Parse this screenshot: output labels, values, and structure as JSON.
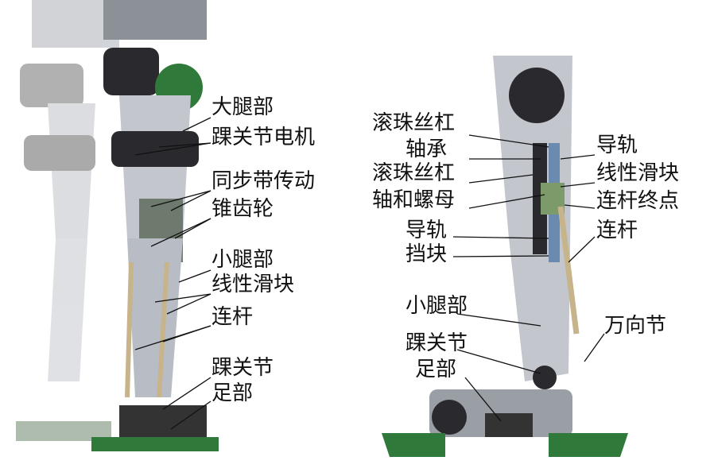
{
  "left_figure": {
    "labels": [
      "大腿部",
      "踝关节电机",
      "同步带传动",
      "锥齿轮",
      "小腿部",
      "线性滑块",
      "连杆",
      "踝关节",
      "足部"
    ]
  },
  "right_figure": {
    "left_labels": [
      "滚珠丝杠",
      "轴承",
      "滚珠丝杠",
      "轴和螺母",
      "导轨",
      "挡块",
      "小腿部",
      "踝关节",
      "足部"
    ],
    "right_labels": [
      "导轨",
      "线性滑块",
      "连杆终点",
      "连杆",
      "万向节"
    ]
  },
  "colors": {
    "frame": "#b8bcc4",
    "dark": "#2a2a2e",
    "green": "#2f7a3a",
    "rod": "#c8b48a"
  }
}
